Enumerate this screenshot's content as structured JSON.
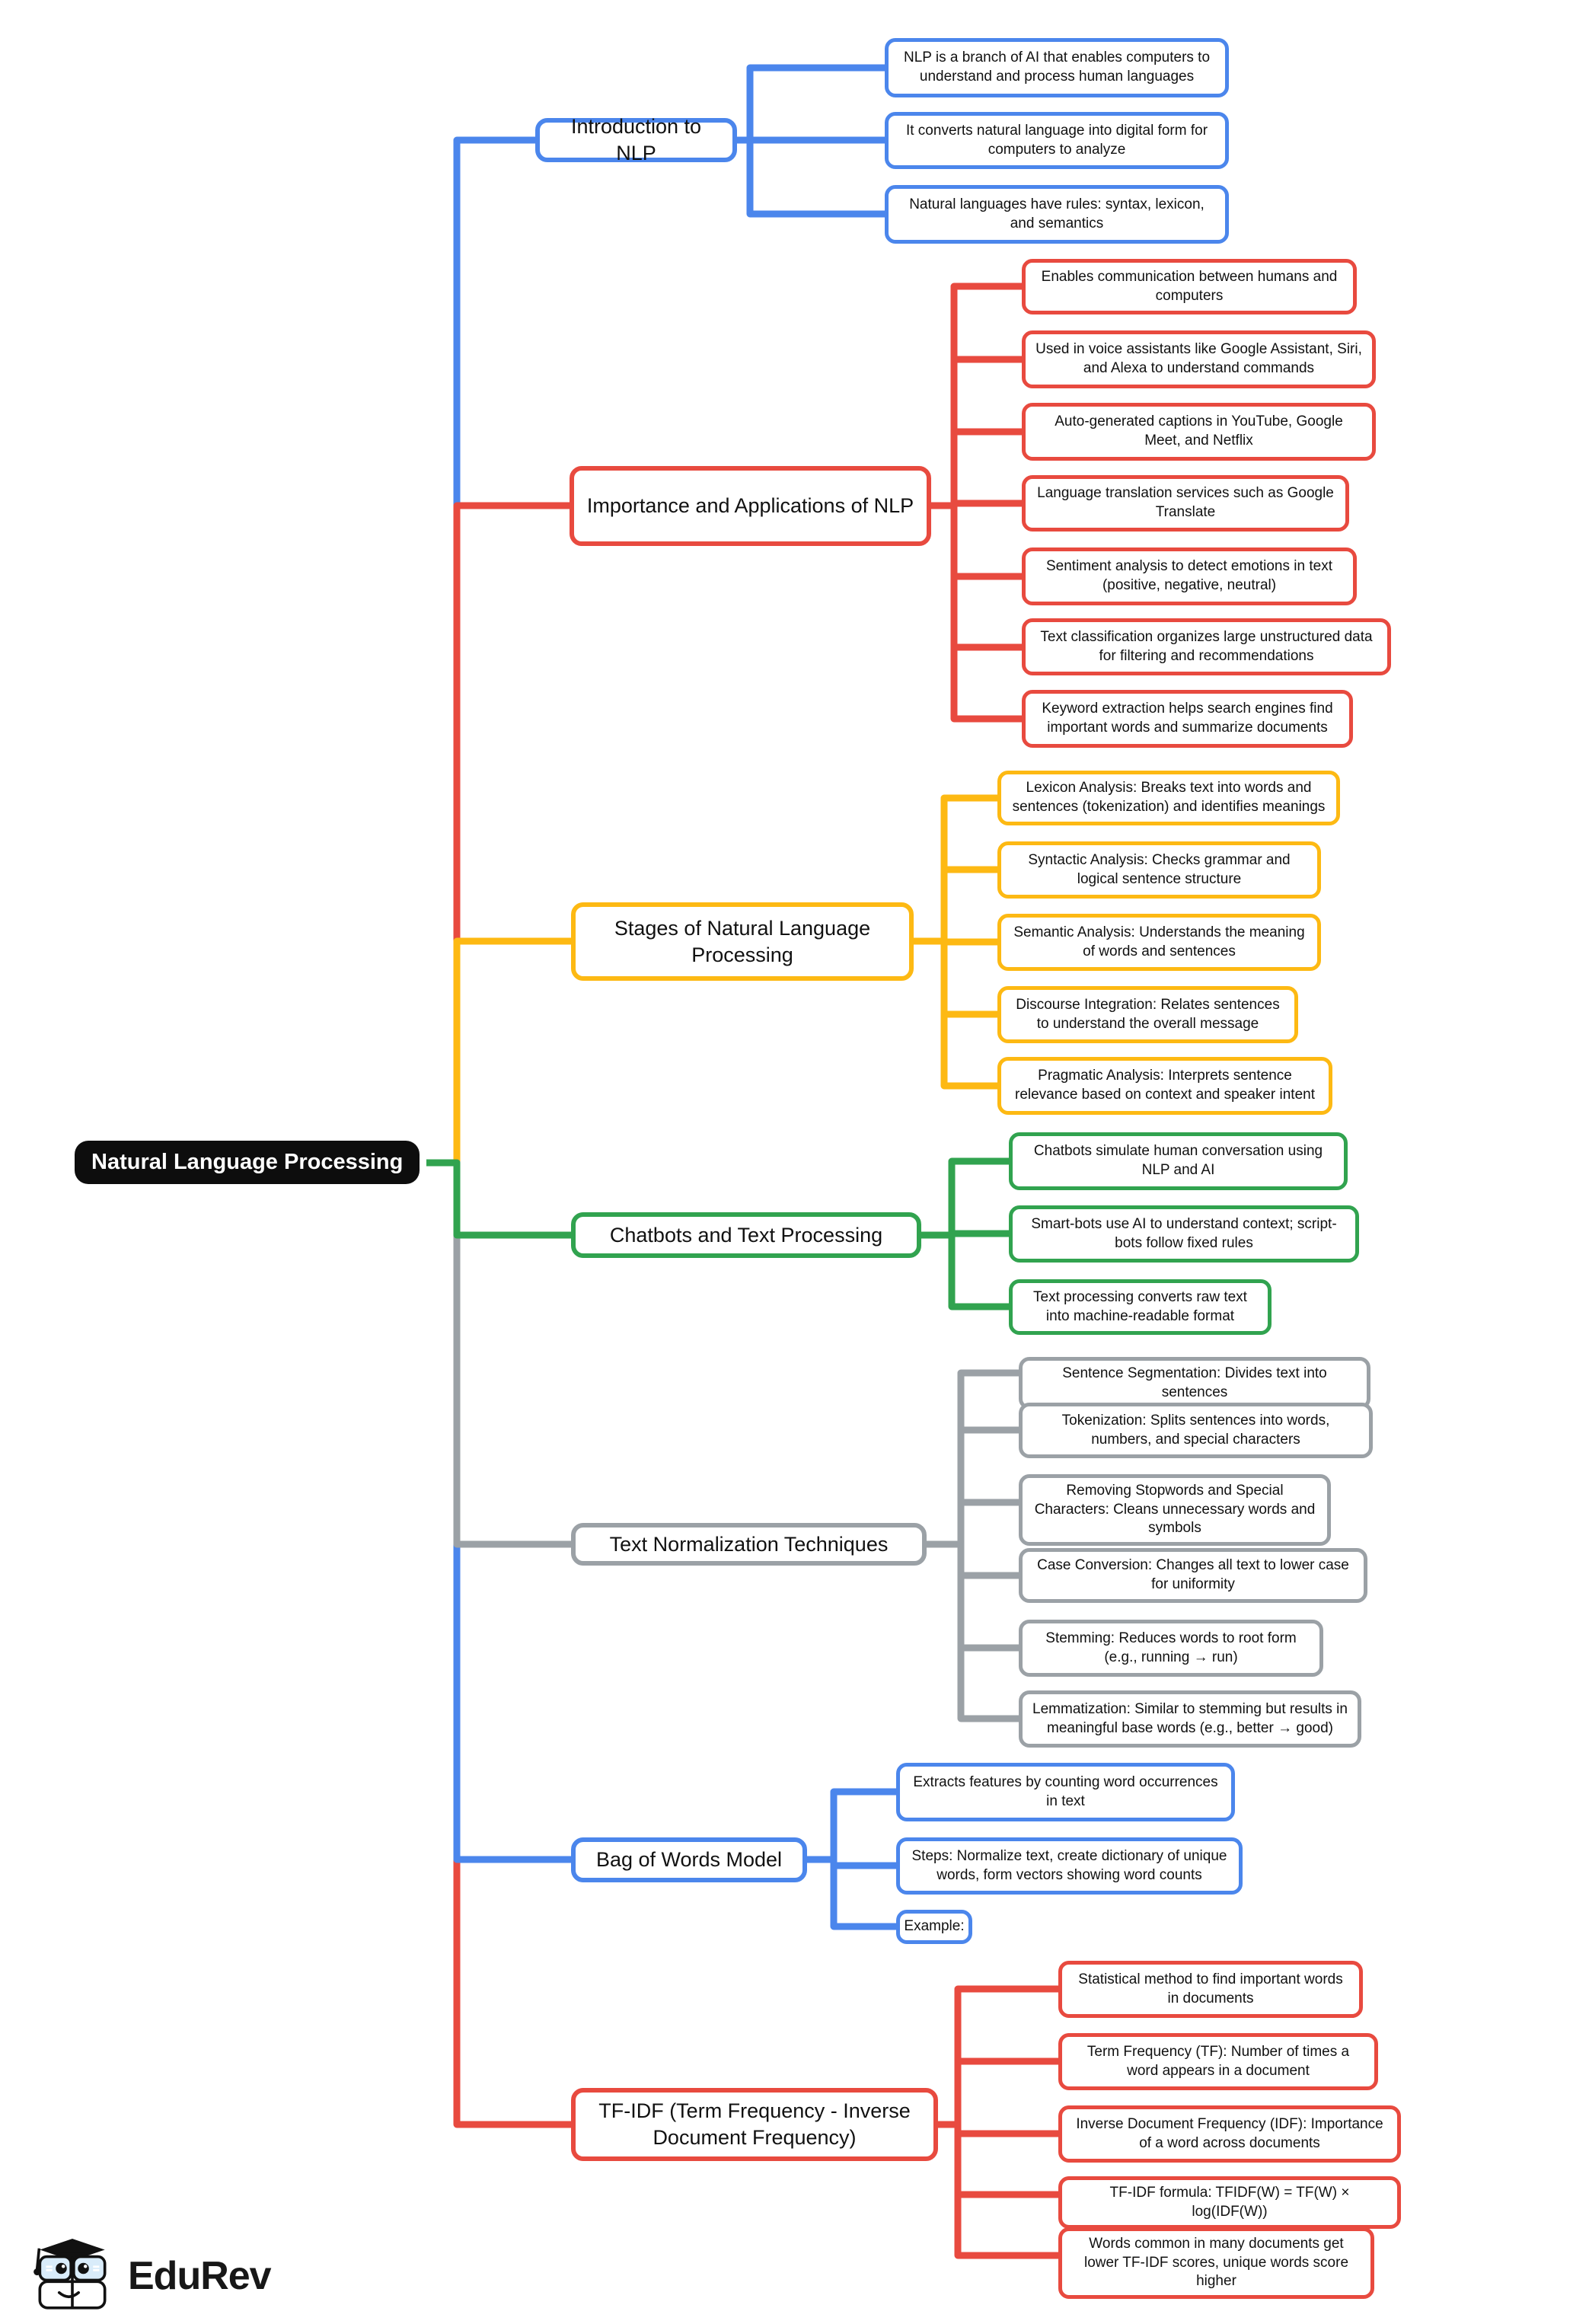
{
  "page": {
    "title": "Natural Language Processing"
  },
  "central": {
    "label": "Natural Language Processing"
  },
  "colors": {
    "blue": "#4b86ec",
    "red": "#e84a3f",
    "yellow": "#fdb913",
    "green": "#31a34f",
    "gray": "#9ba1a6",
    "central_bg": "#0d0d0d"
  },
  "branches": [
    {
      "label": "Introduction to NLP",
      "color": "#4b86ec",
      "leaves": [
        "NLP is a branch of AI that enables computers to understand and process human languages",
        "It converts natural language into digital form for computers to analyze",
        "Natural languages have rules: syntax, lexicon, and semantics"
      ]
    },
    {
      "label": "Importance and Applications of NLP",
      "color": "#e84a3f",
      "leaves": [
        "Enables communication between humans and computers",
        "Used in voice assistants like Google Assistant, Siri, and Alexa to understand commands",
        "Auto-generated captions in YouTube, Google Meet, and Netflix",
        "Language translation services such as Google Translate",
        "Sentiment analysis to detect emotions in text (positive, negative, neutral)",
        "Text classification organizes large unstructured data for filtering and recommendations",
        "Keyword extraction helps search engines find important words and summarize documents"
      ]
    },
    {
      "label": "Stages of Natural Language Processing",
      "color": "#fdb913",
      "leaves": [
        "Lexicon Analysis: Breaks text into words and sentences (tokenization) and identifies meanings",
        "Syntactic Analysis: Checks grammar and logical sentence structure",
        "Semantic Analysis: Understands the meaning of words and sentences",
        "Discourse Integration: Relates sentences to understand the overall message",
        "Pragmatic Analysis: Interprets sentence relevance based on context and speaker intent"
      ]
    },
    {
      "label": "Chatbots and Text Processing",
      "color": "#31a34f",
      "leaves": [
        "Chatbots simulate human conversation using NLP and AI",
        "Smart-bots use AI to understand context; script-bots follow fixed rules",
        "Text processing converts raw text into machine-readable format"
      ]
    },
    {
      "label": "Text Normalization Techniques",
      "color": "#9ba1a6",
      "leaves": [
        "Sentence Segmentation: Divides text into sentences",
        "Tokenization: Splits sentences into words, numbers, and special characters",
        "Removing Stopwords and Special Characters: Cleans unnecessary words and symbols",
        "Case Conversion: Changes all text to lower case for uniformity",
        "Stemming: Reduces words to root form (e.g., running → run)",
        "Lemmatization: Similar to stemming but results in meaningful base words (e.g., better → good)"
      ]
    },
    {
      "label": "Bag of Words Model",
      "color": "#4b86ec",
      "leaves": [
        "Extracts features by counting word occurrences in text",
        "Steps: Normalize text, create dictionary of unique words, form vectors showing word counts",
        "Example:"
      ]
    },
    {
      "label": "TF-IDF (Term Frequency - Inverse Document Frequency)",
      "color": "#e84a3f",
      "leaves": [
        "Statistical method to find important words in documents",
        "Term Frequency (TF): Number of times a word appears in a document",
        "Inverse Document Frequency (IDF): Importance of a word across documents",
        "TF-IDF formula: TFIDF(W) = TF(W) × log(IDF(W))",
        "Words common in many documents get lower TF-IDF scores, unique words score higher"
      ]
    }
  ],
  "logo": {
    "name": "EduRev",
    "mascot": "books-with-graduation-cap"
  }
}
